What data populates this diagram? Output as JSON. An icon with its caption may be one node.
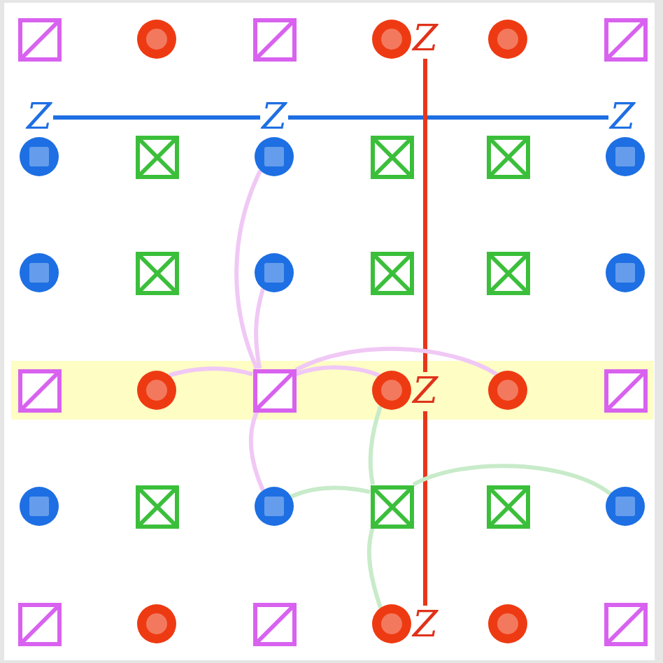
{
  "diagram": {
    "nodes": [
      {
        "text": [],
        "shape": "box"
      },
      {
        "text": [],
        "shape": "circle"
      },
      {
        "text": [],
        "shape": "box"
      },
      {
        "text": [],
        "shape": "circle"
      },
      {
        "text": [
          "Z"
        ]
      },
      {
        "text": [],
        "shape": "circle"
      },
      {
        "text": [],
        "shape": "box"
      },
      {
        "text": [
          "Z"
        ]
      },
      {
        "text": [
          "Z"
        ]
      },
      {
        "text": [
          "Z"
        ]
      },
      {
        "text": [],
        "shape": "circle"
      },
      {
        "text": [],
        "shape": "box"
      },
      {
        "text": [],
        "shape": "circle"
      },
      {
        "text": [],
        "shape": "box"
      },
      {
        "text": [],
        "shape": "box"
      },
      {
        "text": [],
        "shape": "circle"
      },
      {
        "text": [],
        "shape": "circle"
      },
      {
        "text": [],
        "shape": "box"
      },
      {
        "text": [],
        "shape": "circle"
      },
      {
        "text": [],
        "shape": "box"
      },
      {
        "text": [],
        "shape": "box"
      },
      {
        "text": [],
        "shape": "circle"
      },
      {
        "text": [],
        "shape": "box"
      },
      {
        "text": [],
        "shape": "circle"
      },
      {
        "text": [],
        "shape": "box"
      },
      {
        "text": [],
        "shape": "circle"
      },
      {
        "text": [
          "Z"
        ]
      },
      {
        "text": [],
        "shape": "circle"
      },
      {
        "text": [],
        "shape": "box"
      },
      {
        "text": [],
        "shape": "circle"
      },
      {
        "text": [],
        "shape": "box"
      },
      {
        "text": [],
        "shape": "circle"
      },
      {
        "text": [],
        "shape": "box"
      },
      {
        "text": [],
        "shape": "box"
      },
      {
        "text": [],
        "shape": "circle"
      },
      {
        "text": [],
        "shape": "box"
      },
      {
        "text": [],
        "shape": "circle"
      },
      {
        "text": [],
        "shape": "box"
      },
      {
        "text": [],
        "shape": "circle"
      },
      {
        "text": [
          "Z"
        ]
      },
      {
        "text": [],
        "shape": "circle"
      },
      {
        "text": [],
        "shape": "box"
      }
    ],
    "edges": [
      {
        "from": 7,
        "to": 8,
        "arrow": "none",
        "color": "#1f6fe3"
      },
      {
        "from": 8,
        "to": 9,
        "arrow": "none",
        "color": "#1f6fe3"
      },
      {
        "from": 4,
        "to": 26,
        "arrow": "none",
        "color": "#e8361a"
      },
      {
        "from": 26,
        "to": 39,
        "arrow": "none",
        "color": "#e8361a"
      },
      {
        "from": 24,
        "to": 12,
        "arrow": "none",
        "color": "#f0c8f5"
      },
      {
        "from": 24,
        "to": 18,
        "arrow": "none",
        "color": "#f0c8f5"
      },
      {
        "from": 24,
        "to": 31,
        "arrow": "none",
        "color": "#f0c8f5"
      },
      {
        "from": 24,
        "to": 23,
        "arrow": "none",
        "color": "#f0c8f5"
      },
      {
        "from": 24,
        "to": 25,
        "arrow": "none",
        "color": "#f0c8f5"
      },
      {
        "from": 24,
        "to": 27,
        "arrow": "none",
        "color": "#f0c8f5"
      },
      {
        "from": 32,
        "to": 25,
        "arrow": "none",
        "color": "#c8ebca"
      },
      {
        "from": 32,
        "to": 38,
        "arrow": "none",
        "color": "#c8ebca"
      },
      {
        "from": 32,
        "to": 31,
        "arrow": "none",
        "color": "#c8ebca"
      },
      {
        "from": 32,
        "to": 34,
        "arrow": "none",
        "color": "#c8ebca"
      }
    ]
  }
}
